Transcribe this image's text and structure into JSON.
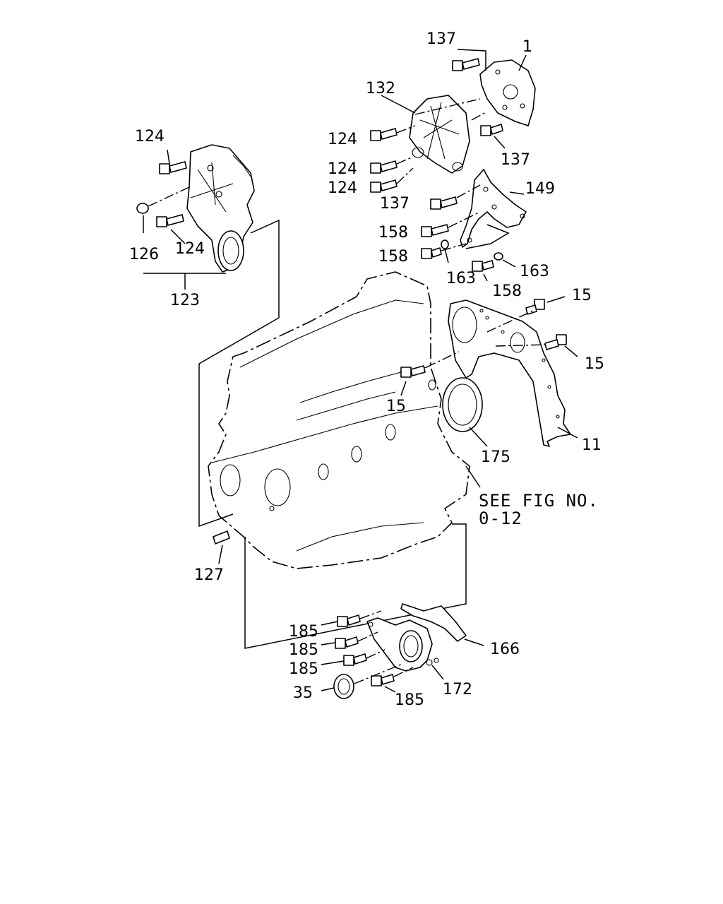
{
  "labels": {
    "l137a": "137",
    "l1": "1",
    "l132": "132",
    "l124a": "124",
    "l124b": "124",
    "l124c": "124",
    "l137b": "137",
    "l137c": "137",
    "l149": "149",
    "l158a": "158",
    "l158b": "158",
    "l158c": "158",
    "l163a": "163",
    "l163b": "163",
    "l124d": "124",
    "l124e": "124",
    "l126": "126",
    "l123": "123",
    "l15a": "15",
    "l15b": "15",
    "l15c": "15",
    "l11": "11",
    "l175": "175",
    "l127": "127",
    "l185a": "185",
    "l185b": "185",
    "l185c": "185",
    "l185d": "185",
    "l35": "35",
    "l172": "172",
    "l166": "166"
  },
  "note": {
    "line1": "SEE FIG NO.",
    "line2": "0-12"
  }
}
